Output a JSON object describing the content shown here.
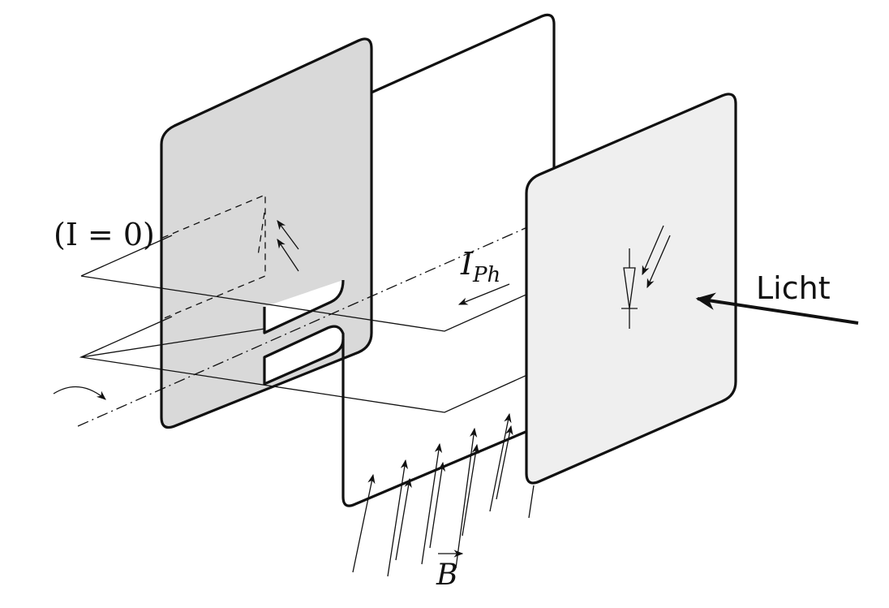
{
  "diagram": {
    "labels": {
      "current_zero": "(I = 0)",
      "photocurrent_main": "I",
      "photocurrent_sub": "Ph",
      "light": "Licht",
      "field": "B"
    },
    "colors": {
      "left_panel_fill": "#d9d9d9",
      "right_panel_fill": "#efefef",
      "stroke": "#111111",
      "background": "#ffffff"
    },
    "icons": [
      "photodiode-symbol",
      "rotation-arrow",
      "light-arrow",
      "magnetic-field-arrows"
    ]
  }
}
